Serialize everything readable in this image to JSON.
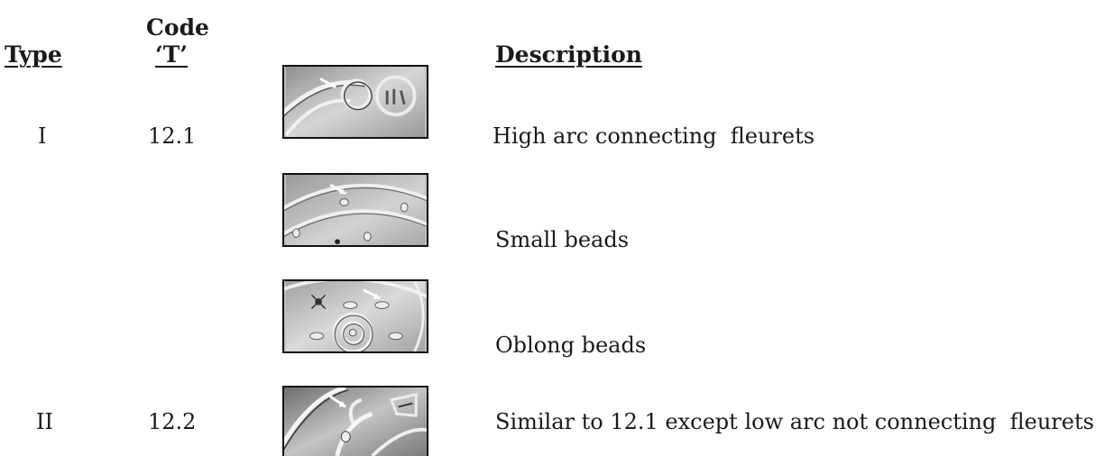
{
  "header": {
    "type_label": "Type",
    "code_line1": "Code",
    "code_line2": "‘T’",
    "description_label": "Description"
  },
  "rows": [
    {
      "type": "I",
      "code": "12.1",
      "description": "High arc connecting  fleurets",
      "image_icon": "coin-detail-high-arc"
    },
    {
      "type": "",
      "code": "",
      "description": "Small beads",
      "image_icon": "coin-detail-small-beads"
    },
    {
      "type": "",
      "code": "",
      "description": "Oblong beads",
      "image_icon": "coin-detail-oblong-beads"
    },
    {
      "type": "II",
      "code": "12.2",
      "description": "Similar to 12.1 except low arc not connecting  fleurets",
      "image_icon": "coin-detail-low-arc"
    }
  ]
}
